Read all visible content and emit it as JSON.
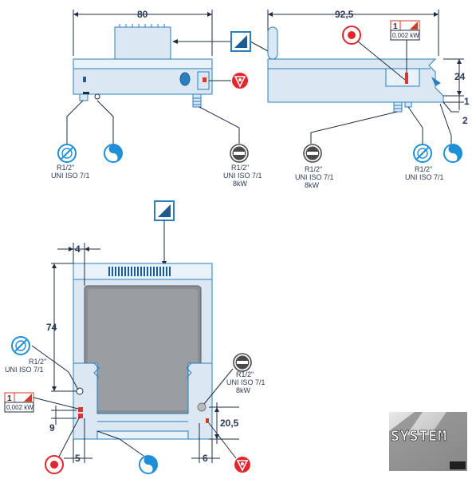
{
  "dimensions": {
    "top_left_width": "80",
    "top_right_width": "92,5",
    "right_height": "24",
    "right_small_1": "1",
    "right_small_2": "2",
    "bottom_offset_top": "4",
    "bottom_height": "74",
    "bottom_left_9": "9",
    "bottom_left_5": "5",
    "bottom_right_20": "20,5",
    "bottom_right_6": "6"
  },
  "labels": {
    "gas_connection_line1": "R1/2\"",
    "gas_connection_line2": "UNI ISO 7/1",
    "gas_power": "8kW",
    "electric_rating_num": "1",
    "electric_rating_kw": "0,002 kW"
  },
  "logo": {
    "text": "SYSTEM"
  },
  "colors": {
    "appliance_fill": "#dbe8f4",
    "appliance_stroke": "#2a7fc0",
    "dimension_text": "#2b3a55",
    "water_icon": "#1f8fd8",
    "gas_icon": "#e3262b"
  }
}
